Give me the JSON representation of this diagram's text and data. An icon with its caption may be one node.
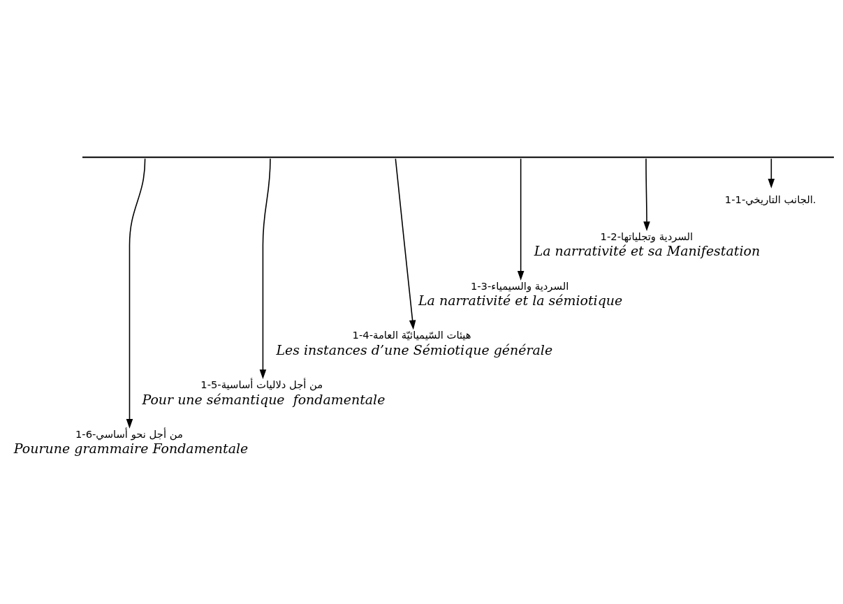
{
  "diagram": {
    "nodes": [
      {
        "text": [],
        "shape": "bar"
      },
      {
        "text": [
          "1-1-الجانب التاريخي."
        ]
      },
      {
        "text": [
          "1-2-السردية وتجلياتها",
          "La narrativité et sa Manifestation"
        ]
      },
      {
        "text": [
          "1-3-السردية والسيمياء",
          "La narrativité et la sémiotique"
        ]
      },
      {
        "text": [
          "1-4-هيئات السّيميائيّة العامة",
          "Les instances d’une Sémiotique générale"
        ]
      },
      {
        "text": [
          "1-5-من أجل دلاليات أساسية",
          "Pour une sémantique  fondamentale"
        ]
      },
      {
        "text": [
          "1-6-من أجل نحو أساسي",
          "Pourune grammaire Fondamentale"
        ]
      }
    ],
    "edges": [
      {
        "from": 0,
        "to": 1,
        "arrow": "to"
      },
      {
        "from": 0,
        "to": 2,
        "arrow": "to"
      },
      {
        "from": 0,
        "to": 3,
        "arrow": "to"
      },
      {
        "from": 0,
        "to": 4,
        "arrow": "to"
      },
      {
        "from": 0,
        "to": 5,
        "arrow": "to"
      },
      {
        "from": 0,
        "to": 6,
        "arrow": "to"
      }
    ]
  }
}
